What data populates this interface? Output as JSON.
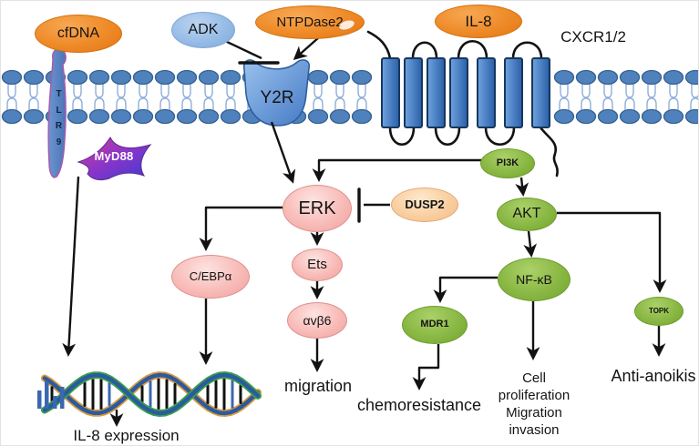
{
  "nodes": {
    "cfdna": {
      "label": "cfDNA",
      "color": "#EE8A28"
    },
    "adk": {
      "label": "ADK",
      "color": "#93BAE5"
    },
    "ntpdase2": {
      "label": "NTPDase2",
      "color": "#EE8A28"
    },
    "il8": {
      "label": "IL-8",
      "color": "#EE8A28"
    },
    "cxcr12": {
      "label": "CXCR1/2"
    },
    "tlr9": {
      "label": "TLR9",
      "letters": [
        "T",
        "L",
        "R",
        "9"
      ]
    },
    "myd88": {
      "label": "MyD88",
      "color": "#8A35C8"
    },
    "y2r": {
      "label": "Y2R",
      "color": "#4A86D8"
    },
    "pi3k": {
      "label": "PI3K",
      "color": "#8AB844"
    },
    "erk": {
      "label": "ERK",
      "color": "#F8BCB8"
    },
    "dusp2": {
      "label": "DUSP2",
      "color": "#F9CFA0"
    },
    "akt": {
      "label": "AKT",
      "color": "#8AB844"
    },
    "cebpa": {
      "label": "C/EBPα",
      "color": "#F8BCB8"
    },
    "ets": {
      "label": "Ets",
      "color": "#F8BCB8"
    },
    "avb6": {
      "label": "αvβ6",
      "color": "#F8BCB8"
    },
    "nfkb": {
      "label": "NF-κB",
      "color": "#8AB844"
    },
    "mdr1": {
      "label": "MDR1",
      "color": "#8AB844"
    },
    "topk": {
      "label": "TOPK",
      "color": "#8AB844"
    }
  },
  "outcomes": {
    "il8_expression": "IL-8 expression",
    "migration": "migration",
    "chemoresistance": "chemoresistance",
    "cell_proliferation": [
      "Cell",
      "proliferation",
      "Migration",
      "invasion"
    ],
    "anti_anoikis": "Anti-anoikis"
  },
  "edges": [
    {
      "from": "ADK",
      "to": "Y2R",
      "type": "inhibit"
    },
    {
      "from": "NTPDase2",
      "to": "Y2R",
      "type": "activate"
    },
    {
      "from": "cfDNA/TLR9/MyD88",
      "to": "IL-8 expression",
      "type": "activate"
    },
    {
      "from": "Y2R",
      "to": "ERK",
      "type": "activate"
    },
    {
      "from": "IL-8/CXCR1/2",
      "to": "PI3K",
      "type": "activate"
    },
    {
      "from": "PI3K",
      "to": "ERK",
      "type": "activate"
    },
    {
      "from": "PI3K",
      "to": "AKT",
      "type": "activate"
    },
    {
      "from": "DUSP2",
      "to": "ERK",
      "type": "inhibit"
    },
    {
      "from": "ERK",
      "to": "C/EBPα",
      "type": "activate"
    },
    {
      "from": "ERK",
      "to": "Ets",
      "type": "activate"
    },
    {
      "from": "Ets",
      "to": "αvβ6",
      "type": "activate"
    },
    {
      "from": "αvβ6",
      "to": "migration",
      "type": "activate"
    },
    {
      "from": "C/EBPα",
      "to": "IL-8 expression",
      "type": "activate"
    },
    {
      "from": "AKT",
      "to": "NF-κB",
      "type": "activate"
    },
    {
      "from": "AKT",
      "to": "TOPK",
      "type": "activate"
    },
    {
      "from": "NF-κB",
      "to": "MDR1",
      "type": "activate"
    },
    {
      "from": "NF-κB",
      "to": "Cell proliferation Migration invasion",
      "type": "activate"
    },
    {
      "from": "MDR1",
      "to": "chemoresistance",
      "type": "activate"
    },
    {
      "from": "TOPK",
      "to": "Anti-anoikis",
      "type": "activate"
    }
  ],
  "colors": {
    "membrane_head": "#4F81BD",
    "membrane_tail": "#8FAFD9",
    "tm_helix": "#2E66AE",
    "arrow": "#121212",
    "dna_blue": "#2B5AA0",
    "dna_green": "#3AA04A",
    "dna_orange": "#D99B3E"
  }
}
